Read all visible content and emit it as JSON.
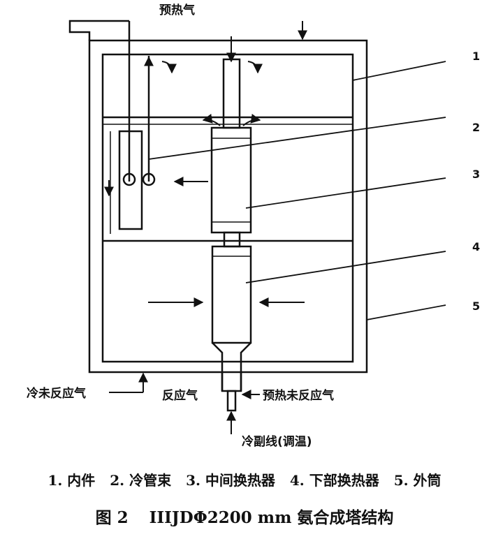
{
  "labels": {
    "preheat_gas": "预热气",
    "cold_unreacted_gas": "冷未反应气",
    "reacted_gas": "反应气",
    "preheated_unreacted_gas": "预热未反应气",
    "cold_bypass": "冷副线(调温)"
  },
  "callouts": [
    "1",
    "2",
    "3",
    "4",
    "5"
  ],
  "legend": [
    "1. 内件",
    "2. 冷管束",
    "3. 中间换热器",
    "4. 下部换热器",
    "5. 外筒"
  ],
  "caption": {
    "number": "图 2",
    "title": "IIIJDΦ2200 mm 氨合成塔结构"
  }
}
